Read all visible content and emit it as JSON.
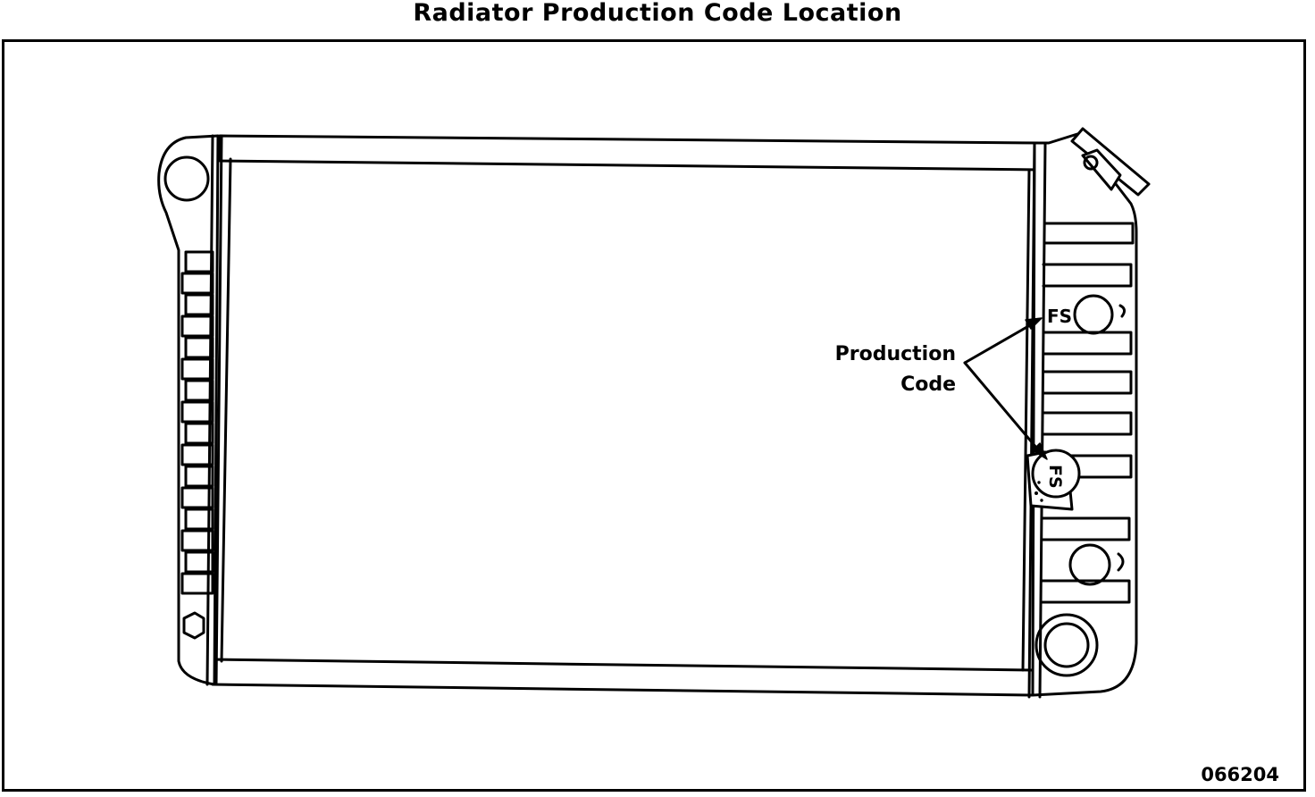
{
  "title": "Radiator Production Code Location",
  "callout": {
    "line1": "Production",
    "line2": "Code"
  },
  "stamps": {
    "upper": "FS",
    "lower": "FS"
  },
  "figure_number": "066204",
  "colors": {
    "ink": "#000000",
    "paper": "#ffffff"
  }
}
